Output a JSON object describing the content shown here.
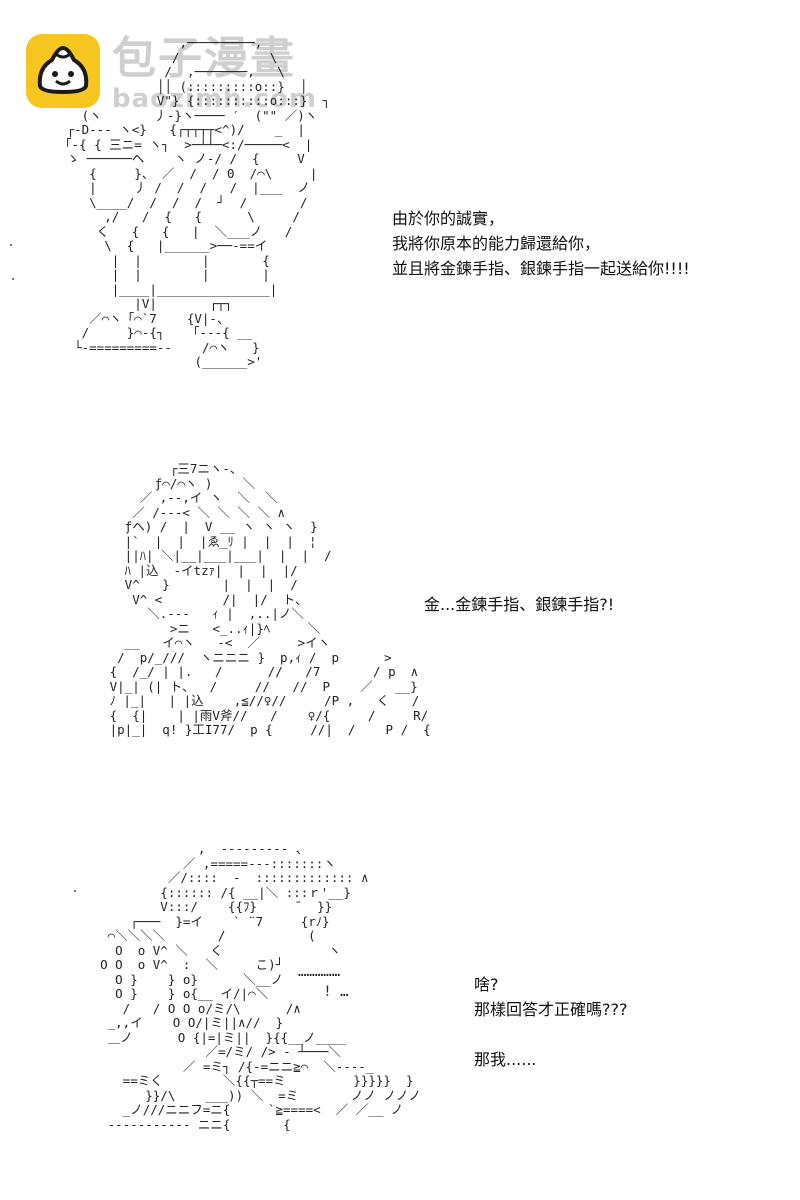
{
  "watermark": {
    "title": "包子漫畫",
    "url": "baozimh.com",
    "logo_icon": "bun-mascot-icon",
    "logo_color": "#f7c520"
  },
  "panels": [
    {
      "dialog": "由於你的誠實，\n我將你原本的能力歸還給你，\n並且將金鍊手指、銀鍊手指一起送給你!!!!",
      "ascii_art": "                  ,─────────,\n                 /            \\\n                /  ,───────,   \\\n               ││ (:::::::::o::}  │\n               V\"} {::::::::::o:::}  ┐\n     (ヽ       丿‐}ヽ──── ′  (\"\" ／)ヽ\n   ┌‐D‐‐‐ ヽ<}   {┌┬┬┬┬<^)/    _  |\n  「‐{ { 三ニ= ヽ┐  >─┴┴─<:/─────<  |\n   ゝ ──────ヘ    ヽ ノ‐/ /  {     V\n      {     }、 ／  /  / 0  /⌒\\     |\n      |     丿 /  /  /   /  |___  ノ\n      \\____/  /  /  /  ┘  /       /\n        ,/   /  {   {      \\     /\n       く   {   {   |  ＼___ノ   /\n        \\  {   |______>──‐==イ\n         |  |        |       {\n         |  |        |       |\n         |____|_______________|\n            |V|       ┌┬┐\n      ／⌒ヽ「⌒`7    {V|‐、\n     /     }⌒‐{┐   「‐‐‐{ __\n    └‐=========‐‐    /⌒ヽ   }\n                    (______>'"
    },
    {
      "dialog": "金...金鍊手指、銀鍊手指?!",
      "ascii_art": "             ┌三7ニヽ‐、\n           ƒ⌒/⌒ヽ )    ＼\n         ／ ,‐‐,イ ヽ  ＼  ＼\n        ／ /‐‐‐< ＼ ＼ ＼ ＼ ∧\n       ƒヘ) /  |  V __ ヽ ヽ ヽ  }\n       |`  |  |  |ゑ_ﾘ |  |  |  ¦\n       ||ﾊ| ＼|__|___|___|  |  |  /\n       ﾊ |込  ‐イtzｧ|  |  |  |/\n       V^   }       |  |  |  /\n        V^ <        /|  |/  ト、\n          ＼.‐‐‐   ｨ |  ,..|ノ＼\n             >ニ   <_..ｨ|}ﾍ     ＼\n       __   イ⌒ヽ   ‐<  ／     >イヽ\n      /  p/_///  ヽニニニ }  p,ｨ /  p      >\n     {  /_/ | |.   /      //   /7       / p  ∧\n     V|_| (| ト、  /     //   //  P    ／   __}\n     ﾉ |_|   | |込    ,≦//♀//     /P ,   く   /\n     {  {|    | |雨V斧//   /    ♀/{     /     R/\n     |p|_|  q! }工I77/  p {     //|  /    P /  {"
    },
    {
      "dialog": "啥?\n那樣回答才正確嗎???\n\n那我......",
      "ascii_art": "                 ,  ‐‐‐‐‐‐‐‐‐ 、\n               ／ ,=====‐‐‐:::::::ヽ\n             ／/::::  ‐  ::::::::::::: ∧\n            {:::::: /{ __|＼ :::ｒ'__}\n            V:::/    {{ﾌ}     ̄   }}\n        ┌───  }=イ    ` ¨7     {rﾉ}\n     ⌒＼＼＼＼       /           (\n      O  o V^ ＼   く              ヽ\n    O O  o V^  :  ＼     こ)┘\n      O }    } o}      ＼__ノ\n      O }    } o{__ イ/|⌒＼\n       /   / O O o/ミ/\\      /∧\n     _,,イ    O O/|ミ||∧//  }\n     ＿ノ      O {|=|ミ||  }{{__ノ____\n                  ／=/ミ/ /> ‐ ┴───＼\n               ／ =ミ┐ /{‐=ニニ≧⌒  ＼‐‐‐‐_\n       ==ミく        ＼{{┬==ミ         }}}}}  }\n          }}/\\    ___)) ＼  =ミ       ノノ ノノノ\n       _ノ///ニニフ=ニ{     `≧====<  ／ ／__ ノ\n     ‐‐‐‐‐‐‐‐‐‐‐ ニニ{       {",
      "ellipsis": "……………\n   ! …"
    }
  ]
}
